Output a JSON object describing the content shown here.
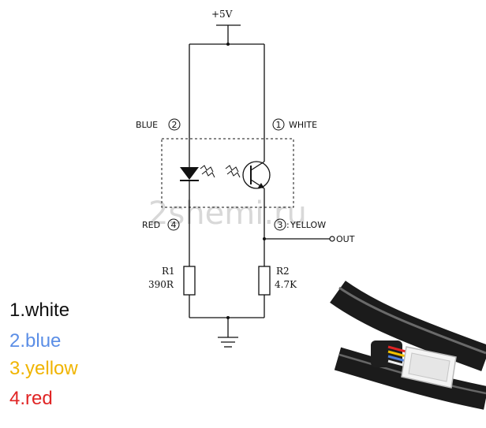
{
  "supply_label": "+5V",
  "watermark": "2shemi.ru",
  "pins": {
    "blue": "BLUE",
    "white": "WHITE",
    "red": "RED",
    "yellow": "YELLOW",
    "blue_num": "2",
    "white_num": "1",
    "red_num": "4",
    "yellow_num": "3"
  },
  "out_label": "OUT",
  "resistors": {
    "r1_name": "R1",
    "r1_value": "390R",
    "r2_name": "R2",
    "r2_value": "4.7K"
  },
  "legend": [
    {
      "label": "1.white",
      "color": "#111111"
    },
    {
      "label": "2.blue",
      "color": "#5b8ee6"
    },
    {
      "label": "3.yellow",
      "color": "#f0b400"
    },
    {
      "label": "4.red",
      "color": "#e02424"
    }
  ],
  "photo_icon": "cable-connector-photo"
}
